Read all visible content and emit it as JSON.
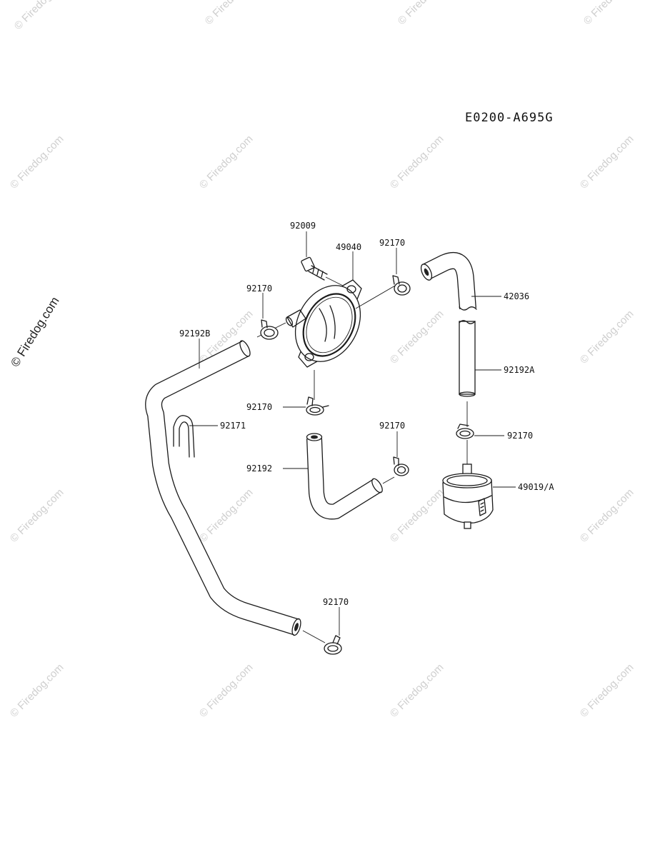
{
  "diagram_code": "E0200-A695G",
  "watermark": "© Firedog.com",
  "parts": [
    {
      "id": "bolt",
      "number": "92009"
    },
    {
      "id": "fuel-pump",
      "number": "49040"
    },
    {
      "id": "clamp-pump-left",
      "number": "92170"
    },
    {
      "id": "clamp-pump-right",
      "number": "92170"
    },
    {
      "id": "hose-elbow-top",
      "number": "42036"
    },
    {
      "id": "hose-long-left",
      "number": "92192B"
    },
    {
      "id": "hose-straight-right",
      "number": "92192A"
    },
    {
      "id": "clamp-pump-bottom",
      "number": "92170"
    },
    {
      "id": "clip",
      "number": "92171"
    },
    {
      "id": "clamp-filter-top",
      "number": "92170"
    },
    {
      "id": "clamp-center",
      "number": "92170"
    },
    {
      "id": "hose-center",
      "number": "92192"
    },
    {
      "id": "fuel-filter",
      "number": "49019/A"
    },
    {
      "id": "clamp-bottom",
      "number": "92170"
    }
  ]
}
